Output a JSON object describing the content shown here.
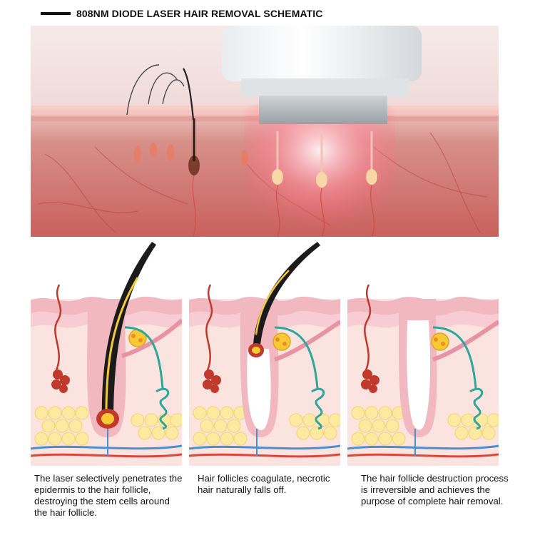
{
  "title": "808NM DIODE LASER HAIR REMOVAL SCHEMATIC",
  "captions": [
    "The laser selectively penetrates the epidermis to the hair follicle, destroying the stem cells around the hair follicle.",
    "Hair follicles coagulate, necrotic hair naturally falls off.",
    "The hair follicle destruction process is irreversible and achieves the purpose of complete hair removal."
  ],
  "colors": {
    "skin_pink": "#f2b8c0",
    "dermis_light": "#fbe3df",
    "fat_yellow": "#fdeaa0",
    "artery_red": "#d9473c",
    "vein_blue": "#4a8fd1",
    "nerve_teal": "#2fa69a",
    "laser_red": "#ff4f6a"
  },
  "icons": [
    "laser-handpiece-icon",
    "hair-follicle-icon",
    "sebaceous-gland-icon",
    "sweat-gland-icon"
  ]
}
